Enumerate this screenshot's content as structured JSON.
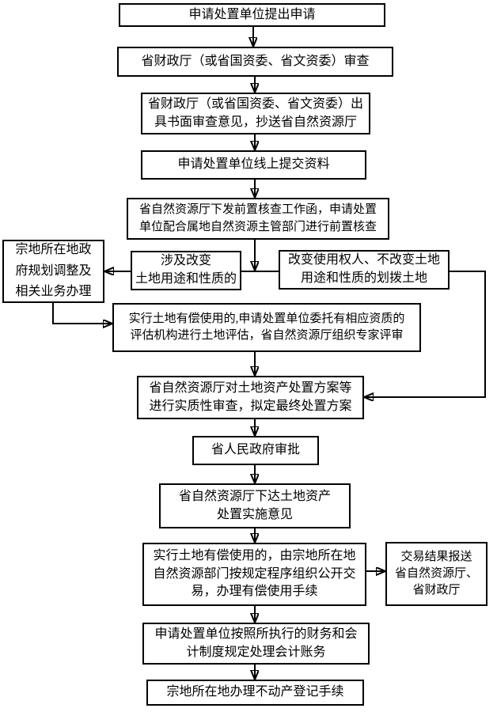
{
  "colors": {
    "background": "#ffffff",
    "box_border": "#000000",
    "line": "#000000",
    "text": "#000000"
  },
  "flowchart": {
    "nodes": {
      "submit_application": {
        "text": "申请处置单位提出申请"
      },
      "finance_review": {
        "text": "省财政厅（或省国资委、省文资委）审查"
      },
      "written_opinion": {
        "text": "省财政厅（或省国资委、省文资委）出\n具书面审查意见，抄送省自然资源厅"
      },
      "online_submission": {
        "text": "申请处置单位线上提交资料"
      },
      "precheck": {
        "text": "省自然资源厅下发前置核查工作函，申请处置\n单位配合属地自然资源主管部门进行前置核查"
      },
      "branch_change_use": {
        "text": "涉及改变\n土地用途和性质的"
      },
      "branch_allocated_land": {
        "text": "改变使用权人、不改变土地\n用途和性质的划拨土地"
      },
      "local_gov_planning": {
        "text": "宗地所在地政\n府规划调整及\n相关业务办理"
      },
      "land_valuation": {
        "text": "实行土地有偿使用的,申请处置单位委托有相应资质的\n评估机构进行土地评估，省自然资源厅组织专家评审"
      },
      "substantive_review": {
        "text": "省自然资源厅对土地资产处置方案等\n进行实质性审查，拟定最终处置方案"
      },
      "provincial_approval": {
        "text": "省人民政府审批"
      },
      "implementation_opinion": {
        "text": "省自然资源厅下达土地资产\n处置实施意见"
      },
      "public_trading": {
        "text": "实行土地有偿使用的，由宗地所在地\n自然资源部门按规定程序组织公开交\n易，办理有偿使用手续"
      },
      "trade_result_report": {
        "text": "交易结果报送\n省自然资源厅、\n省财政厅"
      },
      "accounting": {
        "text": "申请处置单位按照所执行的财务和会\n计制度规定处理会计账务"
      },
      "property_registration": {
        "text": "宗地所在地办理不动产登记手续"
      }
    }
  }
}
